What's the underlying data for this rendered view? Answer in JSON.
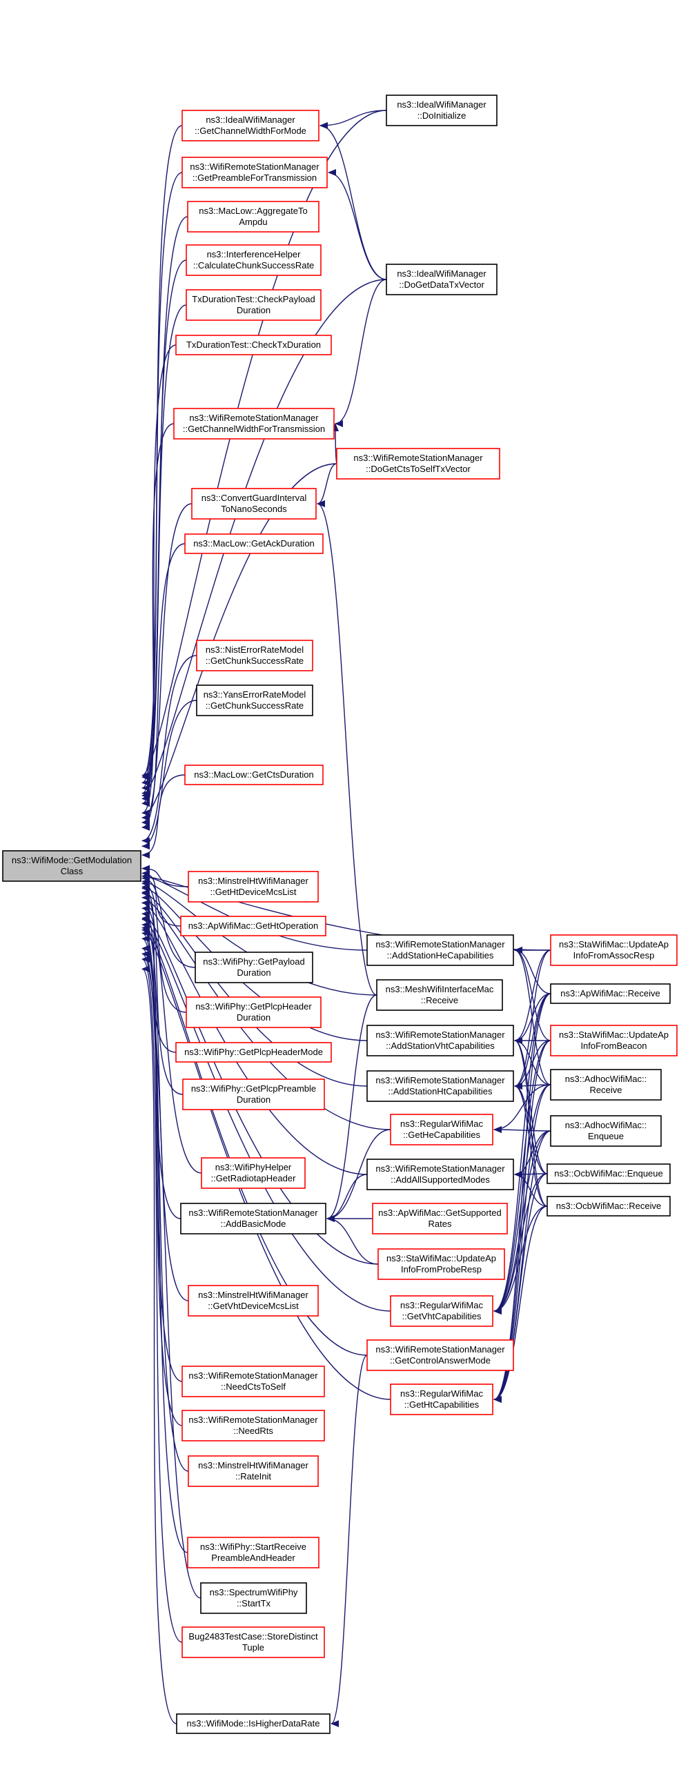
{
  "graph": {
    "colors": {
      "edge": "#191970",
      "border_red": "#ff0000",
      "border_black": "#000000",
      "root_fill": "#bfbfbf",
      "node_fill": "#ffffff"
    },
    "nodes": [
      {
        "id": "root",
        "lines": [
          "ns3::WifiMode::GetModulation",
          "Class"
        ],
        "border": "black",
        "root": true
      },
      {
        "id": "ideal_cwfm",
        "lines": [
          "ns3::IdealWifiManager",
          "::GetChannelWidthForMode"
        ],
        "border": "red"
      },
      {
        "id": "ideal_doinit",
        "lines": [
          "ns3::IdealWifiManager",
          "::DoInitialize"
        ],
        "border": "black"
      },
      {
        "id": "wrsm_preamble",
        "lines": [
          "ns3::WifiRemoteStationManager",
          "::GetPreambleForTransmission"
        ],
        "border": "red"
      },
      {
        "id": "maclow_aggr",
        "lines": [
          "ns3::MacLow::AggregateTo",
          "Ampdu"
        ],
        "border": "red"
      },
      {
        "id": "interf_calc",
        "lines": [
          "ns3::InterferenceHelper",
          "::CalculateChunkSuccessRate"
        ],
        "border": "red"
      },
      {
        "id": "ideal_dogetdata",
        "lines": [
          "ns3::IdealWifiManager",
          "::DoGetDataTxVector"
        ],
        "border": "black"
      },
      {
        "id": "txdt_payload",
        "lines": [
          "TxDurationTest::CheckPayload",
          "Duration"
        ],
        "border": "red"
      },
      {
        "id": "txdt_txdur",
        "lines": [
          "TxDurationTest::CheckTxDuration"
        ],
        "border": "red"
      },
      {
        "id": "wrsm_cwft",
        "lines": [
          "ns3::WifiRemoteStationManager",
          "::GetChannelWidthForTransmission"
        ],
        "border": "red"
      },
      {
        "id": "wrsm_docts",
        "lines": [
          "ns3::WifiRemoteStationManager",
          "::DoGetCtsToSelfTxVector"
        ],
        "border": "red"
      },
      {
        "id": "convert_gi",
        "lines": [
          "ns3::ConvertGuardInterval",
          "ToNanoSeconds"
        ],
        "border": "red"
      },
      {
        "id": "maclow_ack",
        "lines": [
          "ns3::MacLow::GetAckDuration"
        ],
        "border": "red"
      },
      {
        "id": "nist",
        "lines": [
          "ns3::NistErrorRateModel",
          "::GetChunkSuccessRate"
        ],
        "border": "red"
      },
      {
        "id": "yans",
        "lines": [
          "ns3::YansErrorRateModel",
          "::GetChunkSuccessRate"
        ],
        "border": "black"
      },
      {
        "id": "maclow_cts",
        "lines": [
          "ns3::MacLow::GetCtsDuration"
        ],
        "border": "red"
      },
      {
        "id": "minstrel_ht",
        "lines": [
          "ns3::MinstrelHtWifiManager",
          "::GetHtDeviceMcsList"
        ],
        "border": "red"
      },
      {
        "id": "ap_htop",
        "lines": [
          "ns3::ApWifiMac::GetHtOperation"
        ],
        "border": "red"
      },
      {
        "id": "wrsm_addhe",
        "lines": [
          "ns3::WifiRemoteStationManager",
          "::AddStationHeCapabilities"
        ],
        "border": "black"
      },
      {
        "id": "sta_update_assoc",
        "lines": [
          "ns3::StaWifiMac::UpdateAp",
          "InfoFromAssocResp"
        ],
        "border": "red"
      },
      {
        "id": "phy_payload",
        "lines": [
          "ns3::WifiPhy::GetPayload",
          "Duration"
        ],
        "border": "black"
      },
      {
        "id": "mesh_receive",
        "lines": [
          "ns3::MeshWifiInterfaceMac",
          "::Receive"
        ],
        "border": "black"
      },
      {
        "id": "ap_receive",
        "lines": [
          "ns3::ApWifiMac::Receive"
        ],
        "border": "black"
      },
      {
        "id": "phy_plcphdr",
        "lines": [
          "ns3::WifiPhy::GetPlcpHeader",
          "Duration"
        ],
        "border": "red"
      },
      {
        "id": "wrsm_addvht",
        "lines": [
          "ns3::WifiRemoteStationManager",
          "::AddStationVhtCapabilities"
        ],
        "border": "black"
      },
      {
        "id": "sta_update_beacon",
        "lines": [
          "ns3::StaWifiMac::UpdateAp",
          "InfoFromBeacon"
        ],
        "border": "red"
      },
      {
        "id": "phy_plcphdrmode",
        "lines": [
          "ns3::WifiPhy::GetPlcpHeaderMode"
        ],
        "border": "red"
      },
      {
        "id": "adhoc_receive",
        "lines": [
          "ns3::AdhocWifiMac::",
          "Receive"
        ],
        "border": "black"
      },
      {
        "id": "wrsm_addht",
        "lines": [
          "ns3::WifiRemoteStationManager",
          "::AddStationHtCapabilities"
        ],
        "border": "black"
      },
      {
        "id": "phy_plcppre",
        "lines": [
          "ns3::WifiPhy::GetPlcpPreamble",
          "Duration"
        ],
        "border": "red"
      },
      {
        "id": "reg_hecap",
        "lines": [
          "ns3::RegularWifiMac",
          "::GetHeCapabilities"
        ],
        "border": "red"
      },
      {
        "id": "adhoc_enqueue",
        "lines": [
          "ns3::AdhocWifiMac::",
          "Enqueue"
        ],
        "border": "black"
      },
      {
        "id": "phyhelper_radiotap",
        "lines": [
          "ns3::WifiPhyHelper",
          "::GetRadiotapHeader"
        ],
        "border": "red"
      },
      {
        "id": "wrsm_addall",
        "lines": [
          "ns3::WifiRemoteStationManager",
          "::AddAllSupportedModes"
        ],
        "border": "black"
      },
      {
        "id": "ocb_enqueue",
        "lines": [
          "ns3::OcbWifiMac::Enqueue"
        ],
        "border": "black"
      },
      {
        "id": "wrsm_addbasic",
        "lines": [
          "ns3::WifiRemoteStationManager",
          "::AddBasicMode"
        ],
        "border": "black"
      },
      {
        "id": "ocb_receive",
        "lines": [
          "ns3::OcbWifiMac::Receive"
        ],
        "border": "black"
      },
      {
        "id": "ap_suprates",
        "lines": [
          "ns3::ApWifiMac::GetSupported",
          "Rates"
        ],
        "border": "red"
      },
      {
        "id": "sta_update_probe",
        "lines": [
          "ns3::StaWifiMac::UpdateAp",
          "InfoFromProbeResp"
        ],
        "border": "red"
      },
      {
        "id": "minstrel_vht",
        "lines": [
          "ns3::MinstrelHtWifiManager",
          "::GetVhtDeviceMcsList"
        ],
        "border": "red"
      },
      {
        "id": "reg_vhtcap",
        "lines": [
          "ns3::RegularWifiMac",
          "::GetVhtCapabilities"
        ],
        "border": "red"
      },
      {
        "id": "wrsm_ctrlanswer",
        "lines": [
          "ns3::WifiRemoteStationManager",
          "::GetControlAnswerMode"
        ],
        "border": "red"
      },
      {
        "id": "wrsm_needcts",
        "lines": [
          "ns3::WifiRemoteStationManager",
          "::NeedCtsToSelf"
        ],
        "border": "red"
      },
      {
        "id": "reg_htcap",
        "lines": [
          "ns3::RegularWifiMac",
          "::GetHtCapabilities"
        ],
        "border": "red"
      },
      {
        "id": "wrsm_needrts",
        "lines": [
          "ns3::WifiRemoteStationManager",
          "::NeedRts"
        ],
        "border": "red"
      },
      {
        "id": "minstrel_rateinit",
        "lines": [
          "ns3::MinstrelHtWifiManager",
          "::RateInit"
        ],
        "border": "red"
      },
      {
        "id": "phy_startrx",
        "lines": [
          "ns3::WifiPhy::StartReceive",
          "PreambleAndHeader"
        ],
        "border": "red"
      },
      {
        "id": "spectrum_starttx",
        "lines": [
          "ns3::SpectrumWifiPhy",
          "::StartTx"
        ],
        "border": "black"
      },
      {
        "id": "bug2483",
        "lines": [
          "Bug2483TestCase::StoreDistinct",
          "Tuple"
        ],
        "border": "red"
      },
      {
        "id": "mode_ishigher",
        "lines": [
          "ns3::WifiMode::IsHigherDataRate"
        ],
        "border": "black"
      }
    ]
  }
}
